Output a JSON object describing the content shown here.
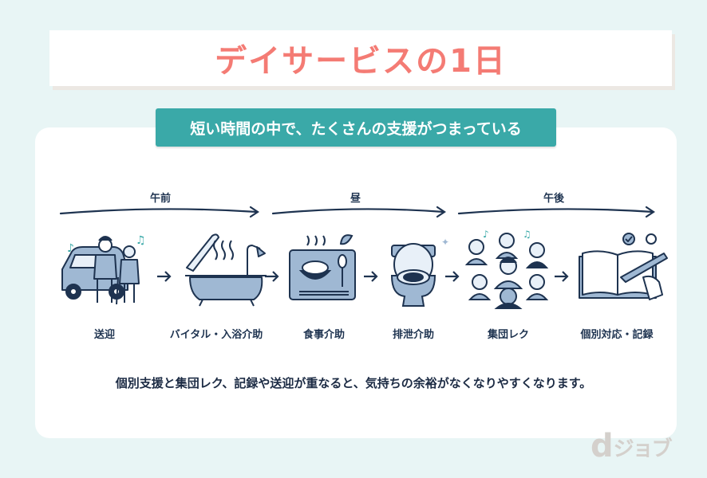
{
  "header": {
    "title": "デイサービスの1日"
  },
  "subtitle": "短い時間の中で、たくさんの支援がつまっている",
  "phases": [
    {
      "label": "午前"
    },
    {
      "label": "昼"
    },
    {
      "label": "午後"
    }
  ],
  "steps": [
    {
      "label": "送迎",
      "icon": "car-pickup-icon"
    },
    {
      "label": "バイタル・入浴介助",
      "icon": "thermometer-bath-icon"
    },
    {
      "label": "食事介助",
      "icon": "meal-tray-icon"
    },
    {
      "label": "排泄介助",
      "icon": "toilet-icon"
    },
    {
      "label": "集団レク",
      "icon": "group-recreation-icon"
    },
    {
      "label": "個別対応・記録",
      "icon": "notebook-writing-icon"
    }
  ],
  "caption": "個別支援と集団レク、記録や送迎が重なると、気持ちの余裕がなくなりやすくなります。",
  "logo": {
    "mark": "d",
    "text": "ジョブ"
  },
  "colors": {
    "title": "#f47b74",
    "accent": "#3aa9a8",
    "ink": "#1e3350",
    "fill": "#9fb8d3",
    "background": "#e8f5f5"
  }
}
